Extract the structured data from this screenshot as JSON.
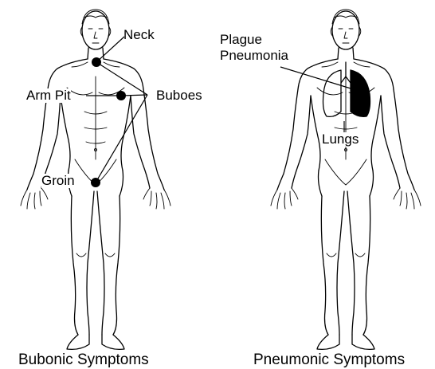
{
  "figures": [
    {
      "caption": "Bubonic Symptoms",
      "labels": {
        "neck": "Neck",
        "armpit": "Arm Pit",
        "buboes": "Buboes",
        "groin": "Groin"
      }
    },
    {
      "caption": "Pneumonic Symptoms",
      "labels": {
        "plague_line1": "Plague",
        "plague_line2": "Pneumonia",
        "lungs": "Lungs"
      }
    }
  ],
  "colors": {
    "ink": "#000000",
    "background": "#ffffff"
  }
}
